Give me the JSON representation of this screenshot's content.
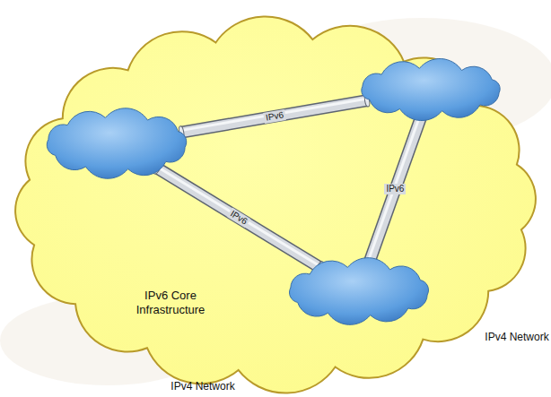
{
  "diagram": {
    "nodes": [
      {
        "text": [
          "IPv6 Core Infrastructure"
        ]
      },
      {
        "text": [
          "IPv4 Network"
        ],
        "in": 0
      },
      {
        "text": [
          "IPv4 Network"
        ],
        "in": 0
      },
      {
        "text": [
          "IPv4 Network"
        ],
        "in": 0
      }
    ],
    "edges": [
      {
        "from": 2,
        "to": 1,
        "label": "IPv6",
        "arrow": "none"
      },
      {
        "from": 1,
        "to": 3,
        "label": "IPv6",
        "arrow": "none"
      },
      {
        "from": 2,
        "to": 3,
        "label": "IPv6",
        "arrow": "none"
      }
    ]
  }
}
